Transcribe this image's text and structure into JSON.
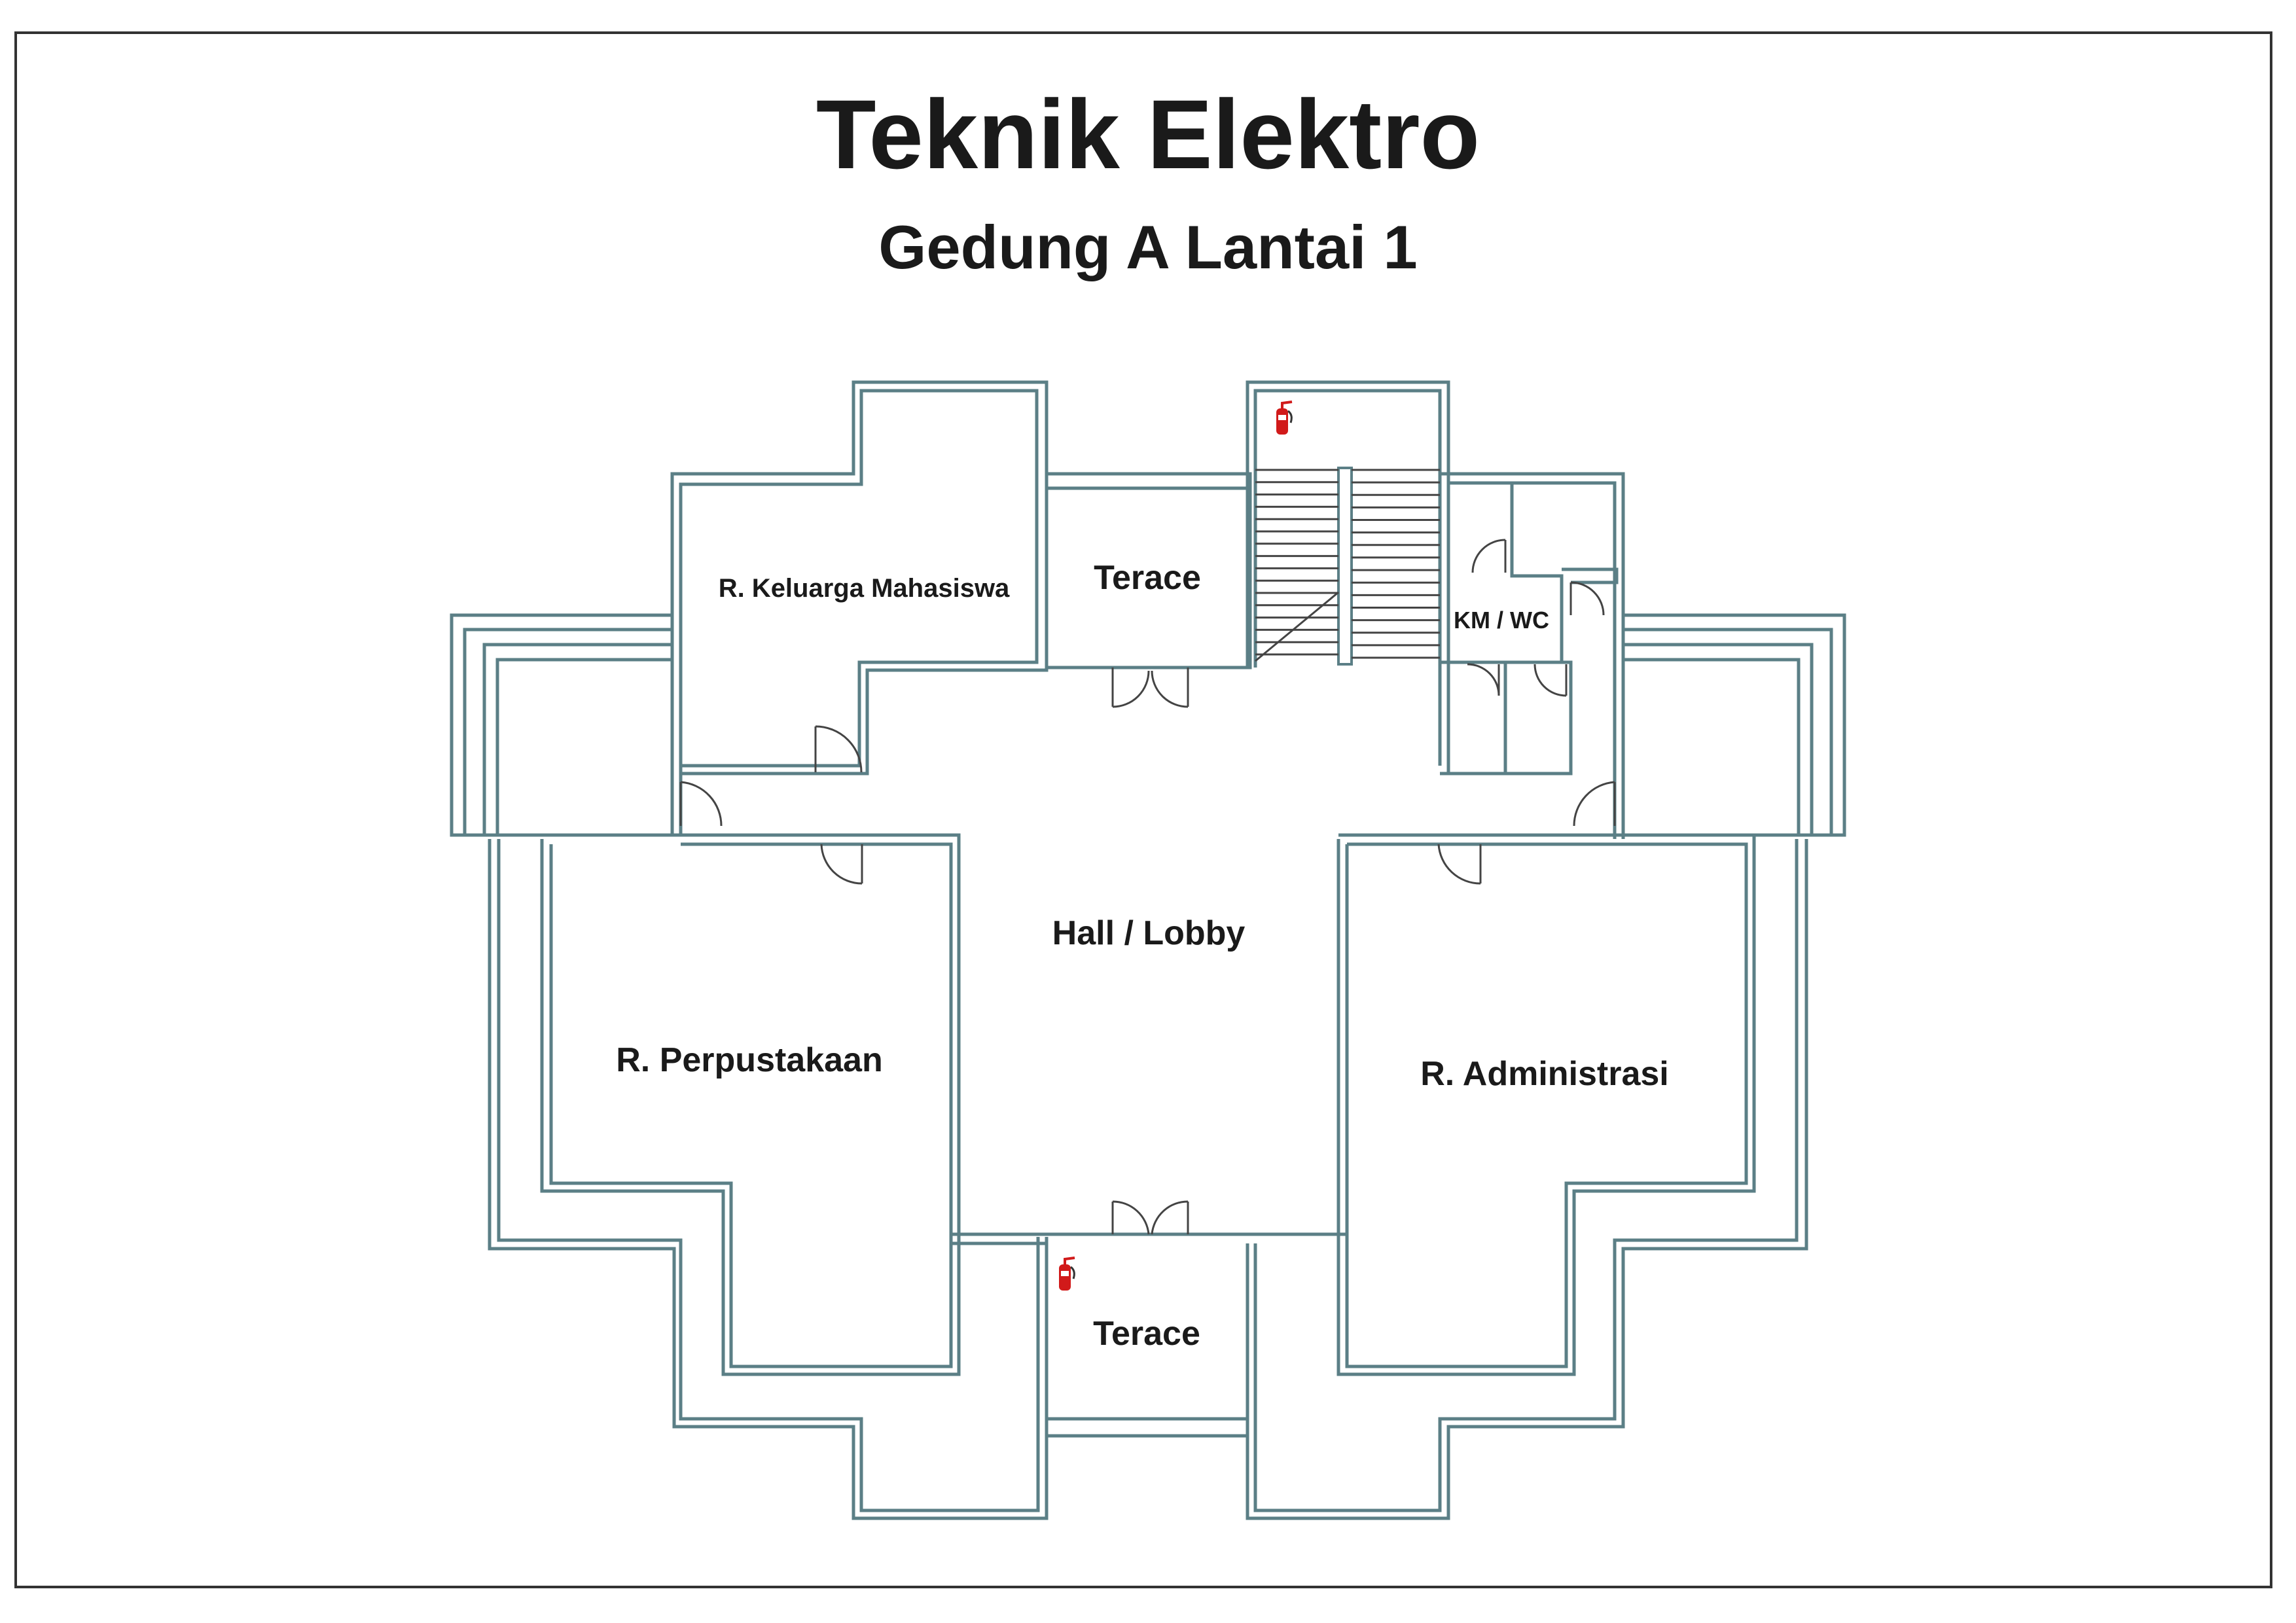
{
  "title": "Teknik Elektro",
  "subtitle": "Gedung A Lantai 1",
  "rooms": {
    "keluarga_mahasiswa": "R. Keluarga Mahasiswa",
    "terace_top": "Terace",
    "km_wc": "KM / WC",
    "hall_lobby": "Hall / Lobby",
    "perpustakaan": "R. Perpustakaan",
    "administrasi": "R. Administrasi",
    "terace_bottom": "Terace"
  },
  "colors": {
    "wall": "#5b7f86",
    "wall_fill": "#e6f0f2",
    "line": "#444444",
    "extinguisher": "#d11a1a"
  },
  "icons": [
    "fire-extinguisher-icon",
    "door-swing-icon",
    "stair-icon"
  ]
}
